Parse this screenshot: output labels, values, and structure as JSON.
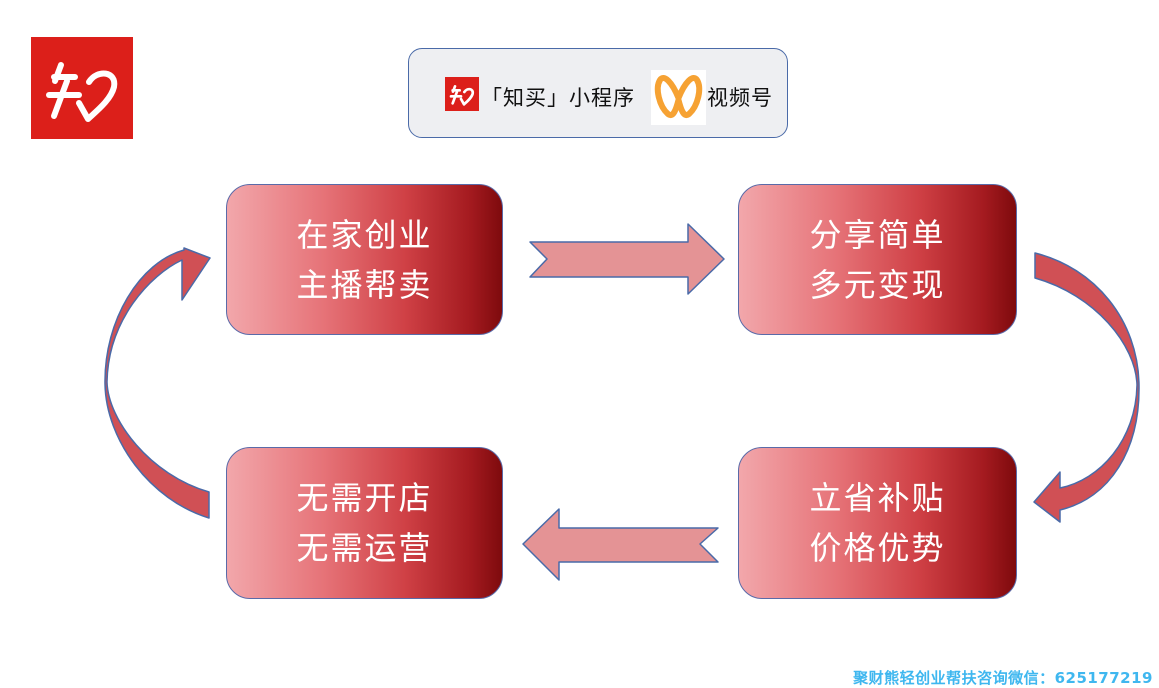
{
  "logo": {
    "icon": "zhi-heart-logo",
    "color": "#dc1f1a"
  },
  "banner": {
    "mini_logo_icon": "zhi-heart-logo",
    "text_left": "「知买」小程序",
    "wechat_channels_icon": "wechat-channels-logo",
    "text_right": "视频号"
  },
  "steps": [
    {
      "id": "box1",
      "lines": [
        "在家创业",
        "主播帮卖"
      ]
    },
    {
      "id": "box2",
      "lines": [
        "分享简单",
        "多元变现"
      ]
    },
    {
      "id": "box4",
      "lines": [
        "立省补贴",
        "价格优势"
      ]
    },
    {
      "id": "box3",
      "lines": [
        "无需开店",
        "无需运营"
      ]
    }
  ],
  "arrows": {
    "top": "right-arrow",
    "right": "curved-down-arrow",
    "bottom": "left-arrow",
    "left": "curved-up-arrow"
  },
  "colors": {
    "brand_red": "#dc1f1a",
    "box_gradient_light": "#f2a7ab",
    "box_gradient_dark": "#7e0a0d",
    "straight_arrow_fill": "#e49395",
    "curved_arrow_fill": "#d05055",
    "outline": "#4a6aa8",
    "footer_text": "#3fb7ef"
  },
  "footer": {
    "text": "聚财熊轻创业帮扶咨询微信：625177219"
  }
}
